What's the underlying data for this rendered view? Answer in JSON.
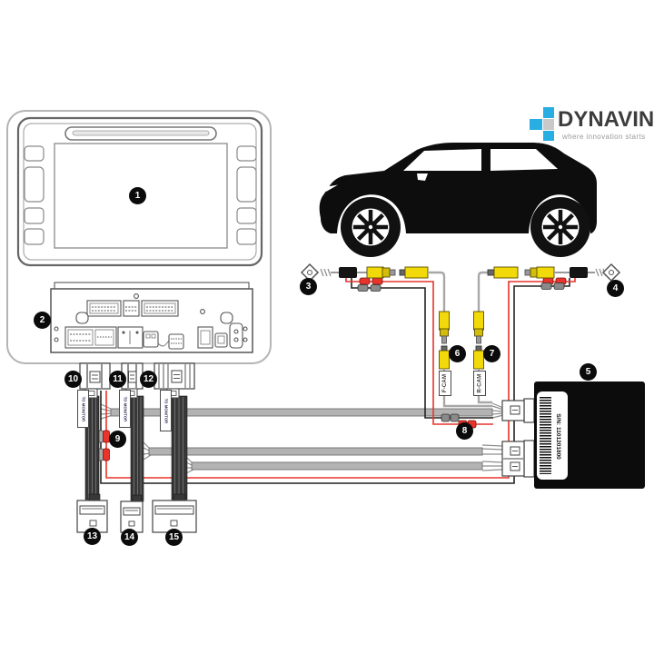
{
  "brand": {
    "name": "DYNAVIN",
    "tagline": "where innovation starts"
  },
  "module": {
    "serial": "S/N: 1101201800"
  },
  "cable_labels": {
    "front_camera": "F-CAM",
    "rear_camera": "R-CAM",
    "monitor_harness": "TO MONITOR"
  },
  "callouts": [
    "1",
    "2",
    "3",
    "4",
    "5",
    "6",
    "7",
    "8",
    "9",
    "10",
    "11",
    "12",
    "13",
    "14",
    "15"
  ],
  "colors": {
    "accent_blue": "#29aee3",
    "logo_gray": "#c9c9c9",
    "wire_red": "#e8342b",
    "wire_black": "#222222",
    "cable_gray": "#b3b3b3",
    "rca_yellow": "#f2d90a",
    "box_black": "#0c0c0c"
  }
}
